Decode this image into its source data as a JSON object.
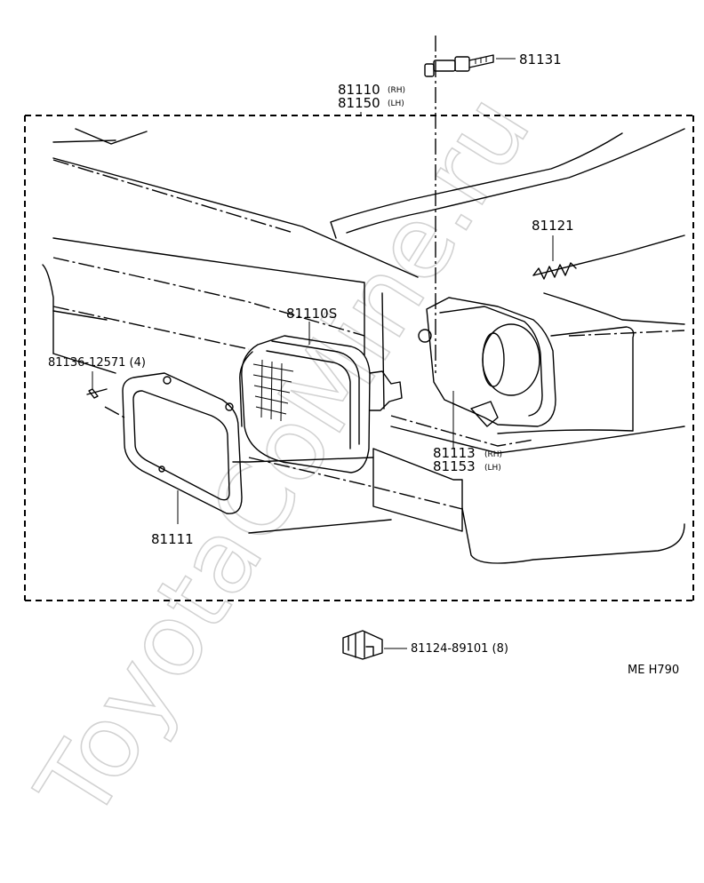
{
  "watermark": "ToyotaCoMine.ru",
  "labels": {
    "p81131": "81131",
    "p81110": "81110",
    "p81110_side": "(RH)",
    "p81150": "81150",
    "p81150_side": "(LH)",
    "p81121": "81121",
    "p81110S": "81110S",
    "p81136": "81136-12571 (4)",
    "p81113": "81113",
    "p81113_side": "(RH)",
    "p81153": "81153",
    "p81153_side": "(LH)",
    "p81111": "81111",
    "p81124": "81124-89101 (8)"
  },
  "diagram_code": "ME  H790"
}
